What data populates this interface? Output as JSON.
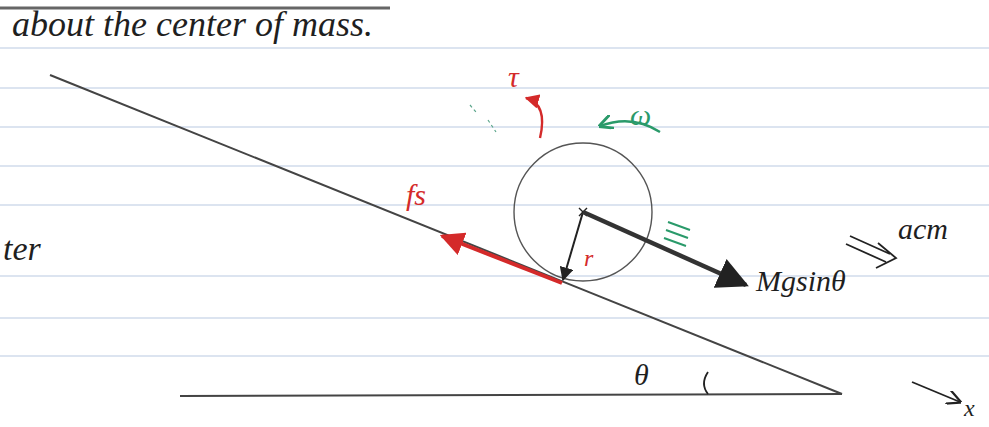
{
  "diagram": {
    "labels": [
      "about the center of mass.",
      "ter",
      "τ",
      "ω",
      "fs",
      "r",
      "Mgsinθ",
      "acm",
      "θ",
      "x"
    ]
  }
}
